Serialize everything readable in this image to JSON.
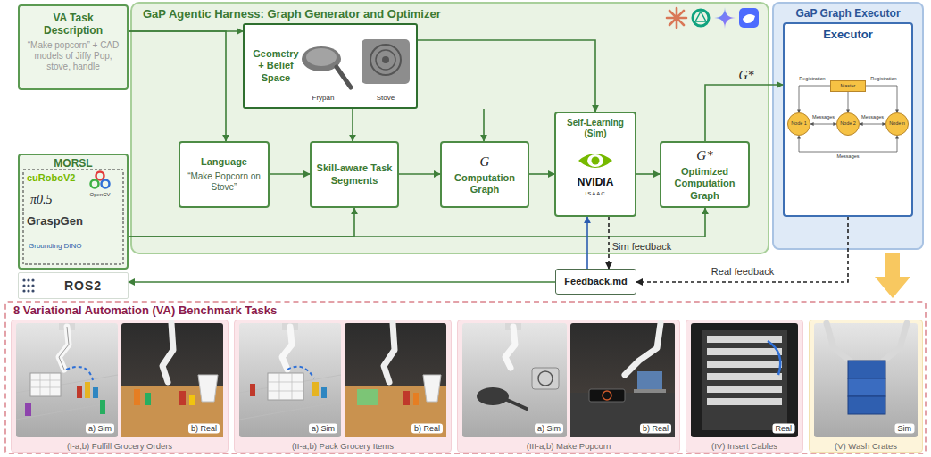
{
  "diagram": {
    "nodes": [
      {
        "text": [
          "VA Task Description",
          "“Make popcorn” + CAD models of Jiffy Pop, stove, handle"
        ]
      },
      {
        "text": [
          "MORSL"
        ]
      },
      {
        "text": [
          "ROS2"
        ]
      },
      {
        "text": [
          "GaP Agentic Harness: Graph Generator and Optimizer"
        ]
      },
      {
        "text": [
          "Geometry + Belief Space"
        ],
        "in": 3
      },
      {
        "text": [
          "Language",
          "“Make Popcorn on Stove”"
        ],
        "in": 3
      },
      {
        "text": [
          "Skill-aware Task Segments"
        ],
        "in": 3
      },
      {
        "text": [
          "G",
          "Computation Graph"
        ],
        "in": 3
      },
      {
        "text": [
          "Self-Learning (Sim)"
        ],
        "in": 3
      },
      {
        "text": [
          "G*",
          "Optimized Computation Graph"
        ],
        "in": 3
      },
      {
        "text": [
          "GaP Graph Executor"
        ]
      },
      {
        "text": [
          "Executor"
        ],
        "in": 10
      },
      {
        "text": [
          "Master"
        ],
        "in": 11
      },
      {
        "text": [
          "Node 1"
        ],
        "in": 11
      },
      {
        "text": [
          "Node 2"
        ],
        "in": 11
      },
      {
        "text": [
          "Node n"
        ],
        "in": 11
      },
      {
        "text": [
          "Feedback.md"
        ]
      },
      {
        "text": [
          "8 Variational Automation (VA) Benchmark Tasks"
        ]
      },
      {
        "text": [
          "(I-a,b) Fulfill Grocery Orders"
        ],
        "in": 17
      },
      {
        "text": [
          "(II-a,b) Pack Grocery Items"
        ],
        "in": 17
      },
      {
        "text": [
          "(III-a,b) Make Popcorn"
        ],
        "in": 17
      },
      {
        "text": [
          "(IV) Insert Cables"
        ],
        "in": 17
      },
      {
        "text": [
          "(V) Wash Crates"
        ],
        "in": 17
      }
    ],
    "edges": [
      {
        "from": 0,
        "to": 4,
        "arrow": "to"
      },
      {
        "from": 0,
        "to": 5,
        "arrow": "to"
      },
      {
        "from": 4,
        "to": 6,
        "arrow": "to"
      },
      {
        "from": 4,
        "to": 7,
        "arrow": "to"
      },
      {
        "from": 4,
        "to": 8,
        "arrow": "to"
      },
      {
        "from": 5,
        "to": 6,
        "arrow": "to"
      },
      {
        "from": 6,
        "to": 7,
        "arrow": "to"
      },
      {
        "from": 7,
        "to": 8,
        "arrow": "to"
      },
      {
        "from": 8,
        "to": 9,
        "arrow": "to"
      },
      {
        "from": 1,
        "to": 6,
        "arrow": "to"
      },
      {
        "from": 1,
        "to": 9,
        "arrow": "to"
      },
      {
        "from": 9,
        "to": 11,
        "label": "G*",
        "arrow": "to"
      },
      {
        "from": 8,
        "to": 16,
        "label": "Sim feedback",
        "arrow": "to"
      },
      {
        "from": 16,
        "to": 8,
        "arrow": "to"
      },
      {
        "from": 11,
        "to": 16,
        "label": "Real feedback",
        "arrow": "to"
      },
      {
        "from": 16,
        "to": 2,
        "arrow": "to"
      },
      {
        "from": 12,
        "to": 13,
        "label": "Registration",
        "arrow": "to"
      },
      {
        "from": 12,
        "to": 14,
        "arrow": "to"
      },
      {
        "from": 12,
        "to": 15,
        "label": "Registration",
        "arrow": "to"
      },
      {
        "from": 13,
        "to": 14,
        "label": "Messages",
        "arrow": "both"
      },
      {
        "from": 14,
        "to": 15,
        "label": "Messages",
        "arrow": "both"
      },
      {
        "from": 15,
        "to": 13,
        "label": "Messages",
        "arrow": "both"
      }
    ],
    "labels": [
      "Frypan",
      "Stove",
      "cuRoboV2",
      "π0.5",
      "OpenCV",
      "GraspGen",
      "Grounding DINO",
      "NVIDIA",
      "ISAAC",
      "a) Sim",
      "b) Real",
      "a) Sim",
      "b) Real",
      "a) Sim",
      "b) Real",
      "Real",
      "Sim"
    ]
  }
}
